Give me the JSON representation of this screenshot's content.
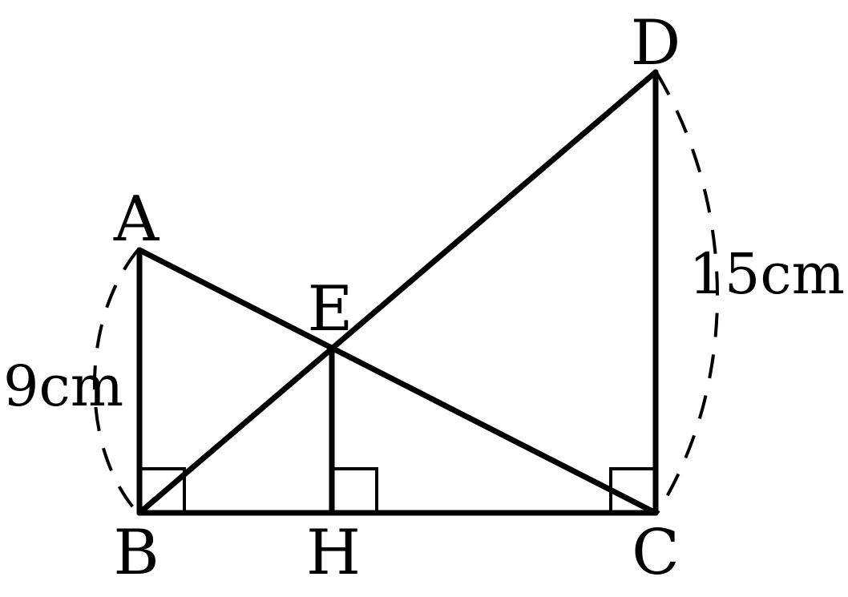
{
  "points": {
    "A": "A",
    "B": "B",
    "C": "C",
    "D": "D",
    "E": "E",
    "H": "H"
  },
  "lengths": {
    "AB": "9cm",
    "DC": "15cm"
  }
}
